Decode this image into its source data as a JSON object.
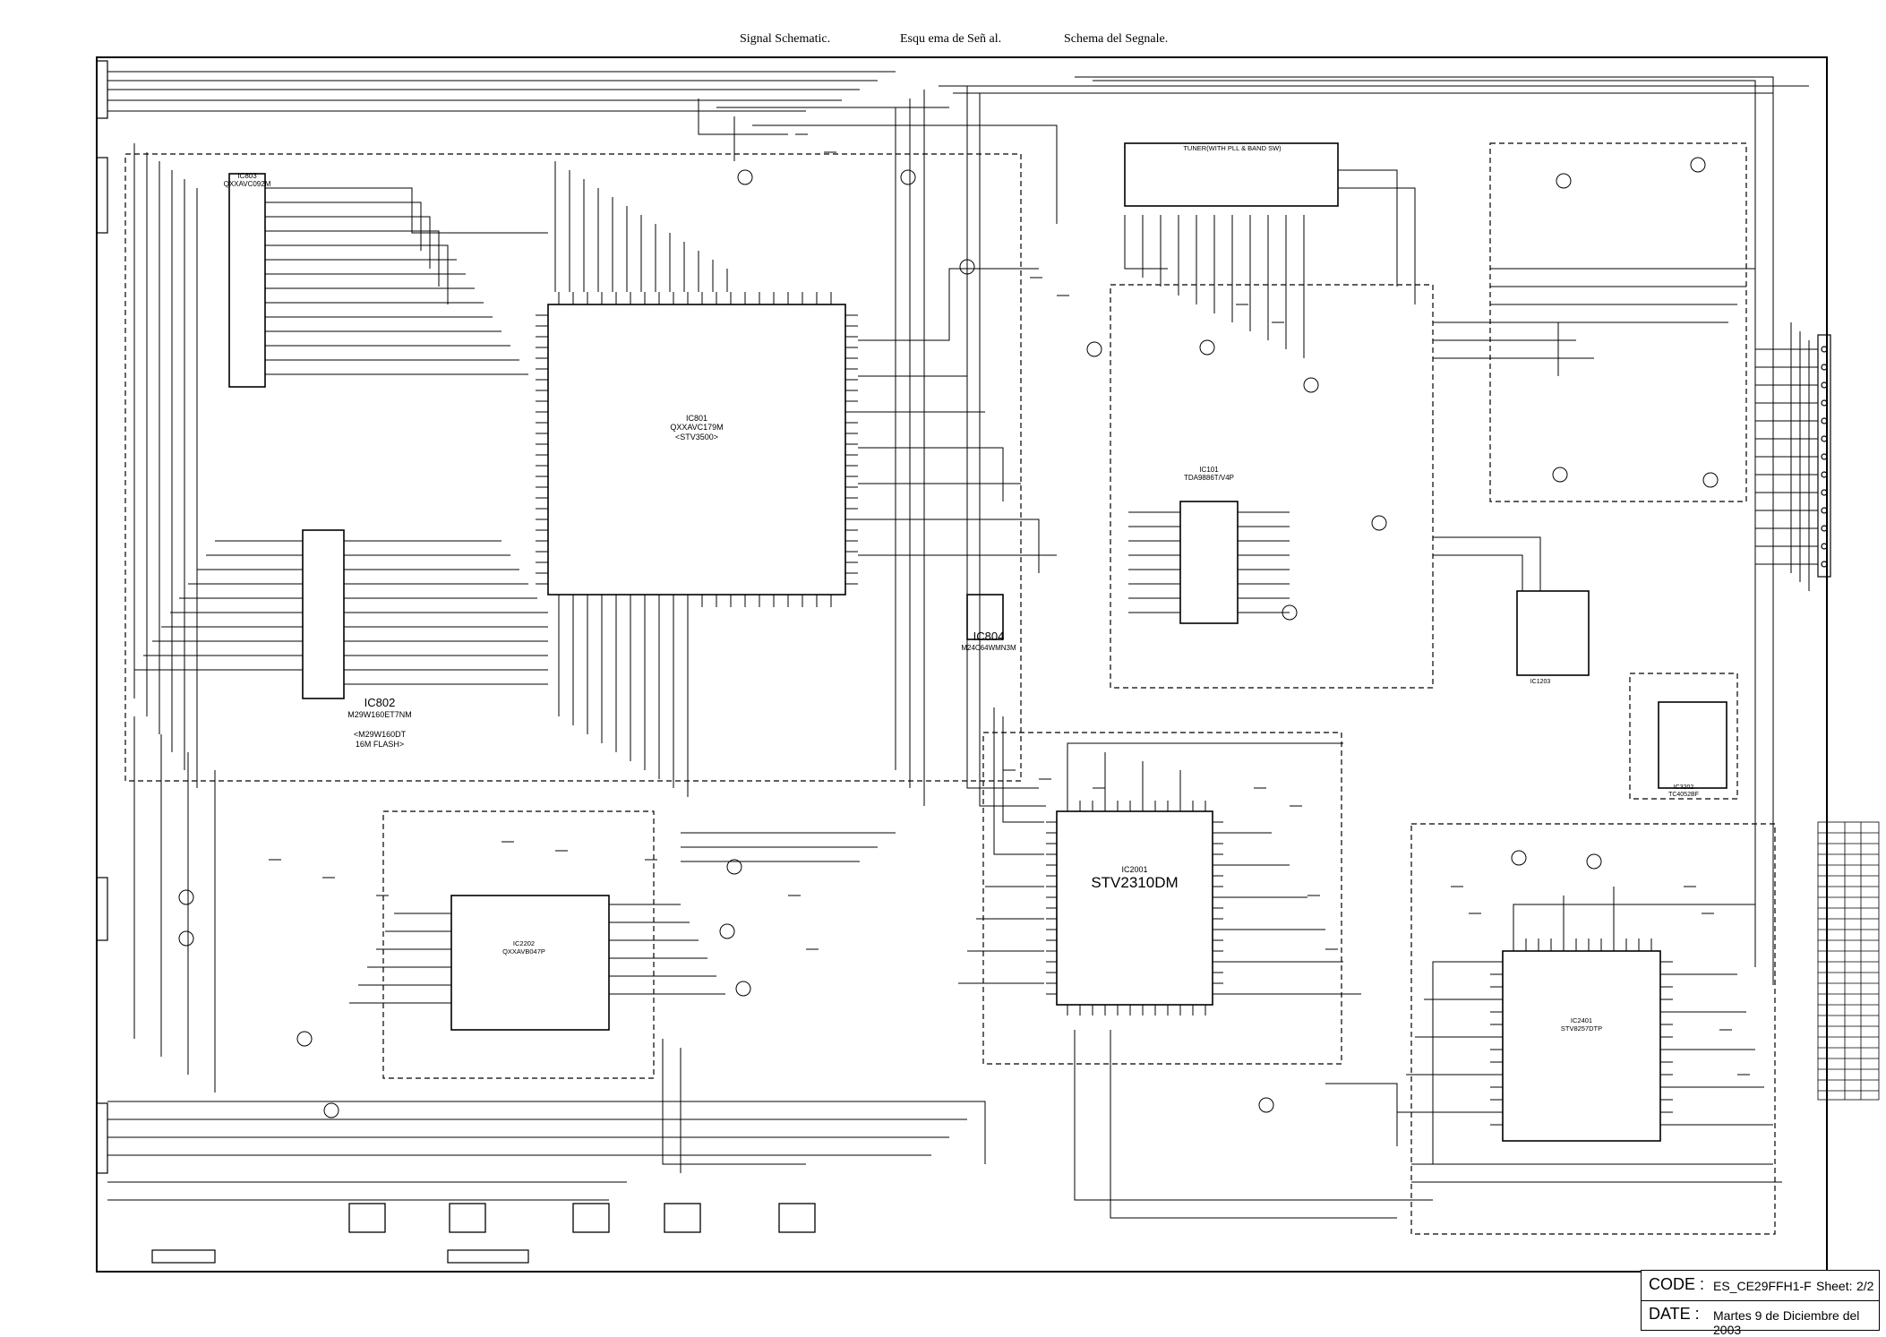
{
  "header": {
    "title_en": "Signal Schematic.",
    "title_es": "Esqu ema de Señ al.",
    "title_it": "Schema del Segnale."
  },
  "title_block": {
    "code_label": "CODE :",
    "code_value": "ES_CE29FFH1-F",
    "sheet_label": "Sheet:",
    "sheet_value": "2/2",
    "date_label": "DATE :",
    "date_value": "Martes 9 de Diciembre del 2003"
  },
  "components": {
    "ic801_ref": "IC801",
    "ic801_part": "QXXAVC179M",
    "ic801_alt": "<STV3500>",
    "ic802_ref": "IC802",
    "ic802_part": "M29W160ET7NM",
    "ic802_note1": "<M29W160DT",
    "ic802_note2": "16M FLASH>",
    "ic803_ref": "IC803",
    "ic803_part": "QXXAVC092M",
    "ic804_ref": "IC804",
    "ic804_part": "M24C64WMN3M",
    "ic2001_ref": "IC2001",
    "ic2001_part": "STV2310DM",
    "ic101_ref": "IC101",
    "ic101_part": "TDA9886T/V4P",
    "tuner_label": "TUNER(WITH PLL & BAND SW)",
    "ic2202_ref": "IC2202",
    "ic2202_part": "QXXAVB047P",
    "ic2401_ref": "IC2401",
    "ic2401_part": "STV8257DTP",
    "ic1203_ref": "IC1203",
    "ic3202_ref": "IC3202",
    "ic3202_part": "TC4052BF"
  },
  "colors": {
    "ink": "#000000",
    "paper": "#ffffff"
  }
}
